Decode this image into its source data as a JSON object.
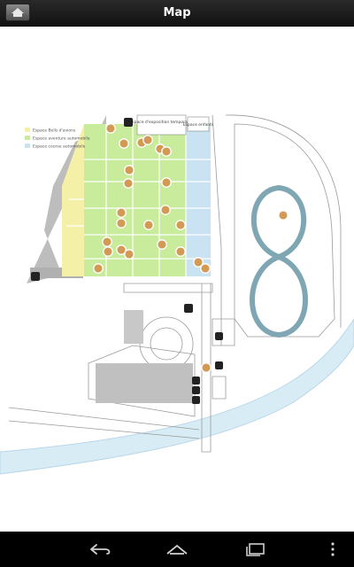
{
  "app": {
    "title": "Map",
    "home_icon": "home-icon"
  },
  "map": {
    "legend": [
      {
        "label": "Espace Bells d'avions",
        "color": "#f4f0a8"
      },
      {
        "label": "Espace aventure automobile",
        "color": "#c8ec9c"
      },
      {
        "label": "Espace course automobile",
        "color": "#c9e3f3"
      }
    ],
    "labels": {
      "expo": "Espace d'exposition temporaire",
      "kids": "Espace enfants"
    },
    "pin_color": "#d39a55"
  },
  "navbar": {
    "back_icon": "back-icon",
    "home_icon": "home-icon",
    "recents_icon": "recent-apps-icon",
    "menu_icon": "overflow-menu-icon"
  }
}
